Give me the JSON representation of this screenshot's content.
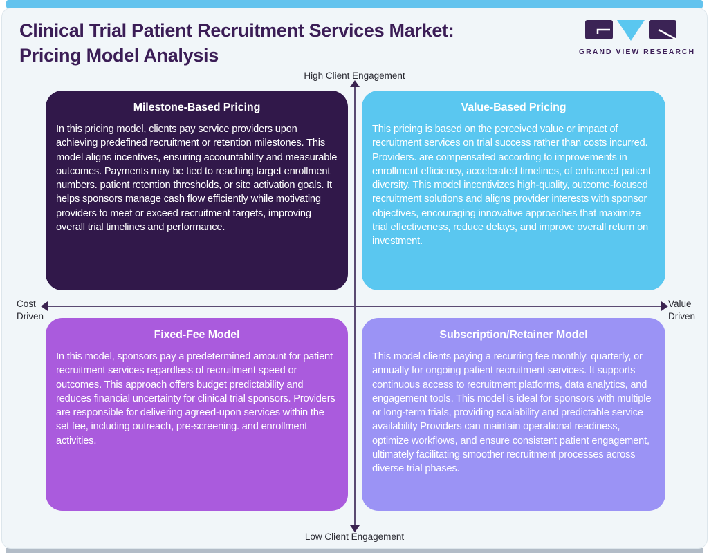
{
  "header": {
    "title_line1": "Clinical Trial Patient Recruitment Services Market:",
    "title_line2": "Pricing Model Analysis"
  },
  "logo": {
    "brand_name": "GRAND VIEW RESEARCH"
  },
  "axes": {
    "top_label": "High Client Engagement",
    "bottom_label": "Low Client Engagement",
    "left_label_line1": "Cost",
    "left_label_line2": "Driven",
    "right_label_line1": "Value",
    "right_label_line2": "Driven"
  },
  "quadrants": [
    {
      "title": "Milestone-Based Pricing",
      "body": "In this pricing model, clients pay service providers upon achieving predefined recruitment or retention milestones. This model aligns incentives, ensuring accountability and measurable outcomes. Payments may be tied to reaching target enrollment numbers. patient retention thresholds, or site activation goals. It helps sponsors manage cash flow efficiently while motivating providers to meet or exceed recruitment targets, improving overall trial timelines and performance.",
      "bg_color": "#31184a"
    },
    {
      "title": "Value-Based Pricing",
      "body": "This pricing is based on the perceived value or impact of recruitment services on trial success rather than costs incurred. Providers. are compensated according to improvements in enrollment efficiency, accelerated timelines, of enhanced patient diversity. This model incentivizes high-quality, outcome-focused recruitment solutions and aligns provider interests with sponsor objectives, encouraging innovative approaches that maximize trial effectiveness, reduce delays, and improve overall return on investment.",
      "bg_color": "#5ac7f0"
    },
    {
      "title": "Fixed-Fee Model",
      "body": "In this model, sponsors pay a predetermined amount for patient recruitment services regardless of recruitment speed or outcomes. This approach offers budget predictability and reduces financial uncertainty for clinical trial sponsors. Providers are responsible for delivering agreed-upon services within the set fee, including outreach, pre-screening. and enrollment activities.",
      "bg_color": "#aa5bdd"
    },
    {
      "title": "Subscription/Retainer Model",
      "body": "This model clients paying a recurring fee monthly. quarterly, or annually for ongoing patient recruitment services. It supports continuous access to recruitment platforms, data analytics, and engagement tools. This model is ideal for sponsors with multiple or long-term trials, providing scalability and predictable service availability Providers can maintain operational readiness, optimize workflows, and ensure consistent patient engagement, ultimately facilitating smoother recruitment processes across diverse trial phases.",
      "bg_color": "#9b93f5"
    }
  ],
  "colors": {
    "top_bar": "#63c3ee",
    "title_text": "#3b1d56",
    "axis_line": "#3b2350",
    "canvas_background": "#f1f6f9",
    "quadrant_text": "#ffffff"
  }
}
